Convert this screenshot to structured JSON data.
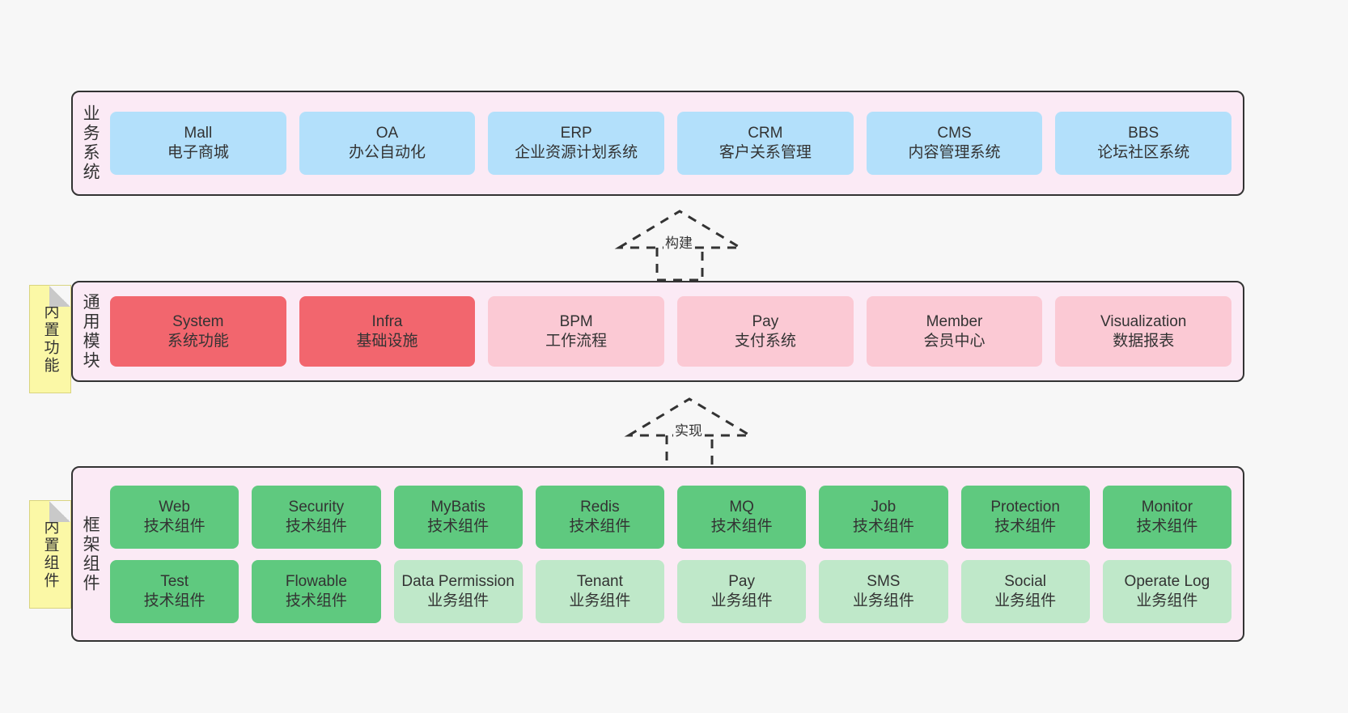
{
  "layers": [
    {
      "id": "business-system",
      "label": "业务系统",
      "note": null,
      "rows": [
        {
          "style": "biz",
          "cards": [
            {
              "title": "Mall",
              "subtitle": "电子商城"
            },
            {
              "title": "OA",
              "subtitle": "办公自动化"
            },
            {
              "title": "ERP",
              "subtitle": "企业资源计划系统"
            },
            {
              "title": "CRM",
              "subtitle": "客户关系管理"
            },
            {
              "title": "CMS",
              "subtitle": "内容管理系统"
            },
            {
              "title": "BBS",
              "subtitle": "论坛社区系统"
            }
          ]
        }
      ]
    },
    {
      "id": "common-module",
      "label": "通用模块",
      "note": "内置功能",
      "rows": [
        {
          "style": "module",
          "cards": [
            {
              "title": "System",
              "subtitle": "系统功能",
              "variant": "dark"
            },
            {
              "title": "Infra",
              "subtitle": "基础设施",
              "variant": "dark"
            },
            {
              "title": "BPM",
              "subtitle": "工作流程",
              "variant": "lite"
            },
            {
              "title": "Pay",
              "subtitle": "支付系统",
              "variant": "lite"
            },
            {
              "title": "Member",
              "subtitle": "会员中心",
              "variant": "lite"
            },
            {
              "title": "Visualization",
              "subtitle": "数据报表",
              "variant": "lite"
            }
          ]
        }
      ]
    },
    {
      "id": "framework-component",
      "label": "框架组件",
      "note": "内置组件",
      "rows": [
        {
          "style": "tech",
          "cards": [
            {
              "title": "Web",
              "subtitle": "技术组件"
            },
            {
              "title": "Security",
              "subtitle": "技术组件"
            },
            {
              "title": "MyBatis",
              "subtitle": "技术组件"
            },
            {
              "title": "Redis",
              "subtitle": "技术组件"
            },
            {
              "title": "MQ",
              "subtitle": "技术组件"
            },
            {
              "title": "Job",
              "subtitle": "技术组件"
            },
            {
              "title": "Protection",
              "subtitle": "技术组件"
            },
            {
              "title": "Monitor",
              "subtitle": "技术组件"
            }
          ]
        },
        {
          "style": "mixed",
          "cards": [
            {
              "title": "Test",
              "subtitle": "技术组件",
              "variant": "tech"
            },
            {
              "title": "Flowable",
              "subtitle": "技术组件",
              "variant": "tech"
            },
            {
              "title": "Data Permission",
              "subtitle": "业务组件",
              "variant": "bizc"
            },
            {
              "title": "Tenant",
              "subtitle": "业务组件",
              "variant": "bizc"
            },
            {
              "title": "Pay",
              "subtitle": "业务组件",
              "variant": "bizc"
            },
            {
              "title": "SMS",
              "subtitle": "业务组件",
              "variant": "bizc"
            },
            {
              "title": "Social",
              "subtitle": "业务组件",
              "variant": "bizc"
            },
            {
              "title": "Operate Log",
              "subtitle": "业务组件",
              "variant": "bizc"
            }
          ]
        }
      ]
    }
  ],
  "connectors": [
    {
      "id": "build",
      "label": "构建"
    },
    {
      "id": "implement",
      "label": "实现"
    }
  ],
  "colors": {
    "background": "#f7f7f7",
    "band_fill": "#fbeaf5",
    "band_stroke": "#333333",
    "business_card": "#b3e0fb",
    "module_dark": "#f2666e",
    "module_light": "#fbc9d4",
    "tech_component": "#5fc97f",
    "business_component": "#bfe8c9",
    "note_fill": "#fbf8a6",
    "note_fold": "#c9c9c9"
  }
}
